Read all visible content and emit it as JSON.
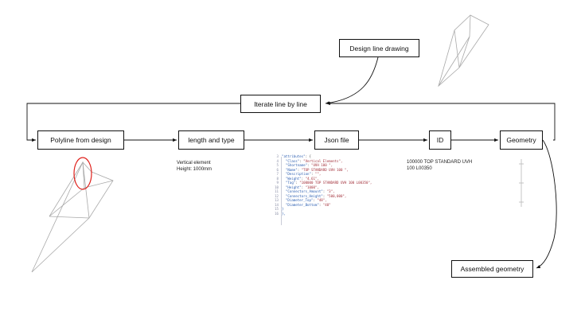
{
  "nodes": {
    "design_line_drawing": "Design line drawing",
    "iterate_line_by_line": "Iterate line by line",
    "polyline_from_design": "Polyline from design",
    "length_and_type": "length and type",
    "json_file": "Json file",
    "id": "ID",
    "geometry": "Geometry",
    "assembled_geometry": "Assembled geometry"
  },
  "notes": {
    "length_type_detail": "Vertical element\nHeight: 1000mm",
    "id_detail": "100000 TOP STANDARD UVH\n100 L00350"
  },
  "json_snippet": {
    "line_numbers": [
      "3",
      "4",
      "5",
      "6",
      "7",
      "8",
      "9",
      "10",
      "11",
      "12",
      "13",
      "14",
      "15",
      "16"
    ],
    "lines": [
      {
        "key": "\"attributes\"",
        "sep": ": {",
        "val": ""
      },
      {
        "key": "  \"Class\"",
        "sep": ": ",
        "val": "\"Vertical Elements\","
      },
      {
        "key": "  \"Shortname\"",
        "sep": ": ",
        "val": "\"UVH 100 \","
      },
      {
        "key": "  \"Name\"",
        "sep": ": ",
        "val": "\"TOP STANDARD UVH 100 \","
      },
      {
        "key": "  \"Description\"",
        "sep": ": ",
        "val": "\"\","
      },
      {
        "key": "  \"Weight\"",
        "sep": ": ",
        "val": "\"4.61\","
      },
      {
        "key": "  \"Tag\"",
        "sep": ": ",
        "val": "\"100000 TOP STANDARD UVH 100 L00350\","
      },
      {
        "key": "  \"Height\"",
        "sep": ": ",
        "val": "\"1000\","
      },
      {
        "key": "  \"Connectors_Amount\"",
        "sep": ": ",
        "val": "\"3\","
      },
      {
        "key": "  \"Connectors_Height\"",
        "sep": ": ",
        "val": "\"500,000\","
      },
      {
        "key": "  \"Diameter_Top\"",
        "sep": ": ",
        "val": "\"48\","
      },
      {
        "key": "  \"Diameter_Bottom\"",
        "sep": ": ",
        "val": "\"48\""
      },
      {
        "key": "}",
        "sep": "",
        "val": ""
      },
      {
        "key": "},",
        "sep": "",
        "val": ""
      }
    ]
  },
  "colors": {
    "stroke": "#111111",
    "sketch": "#a9a9a9",
    "highlight": "#e0201b"
  }
}
